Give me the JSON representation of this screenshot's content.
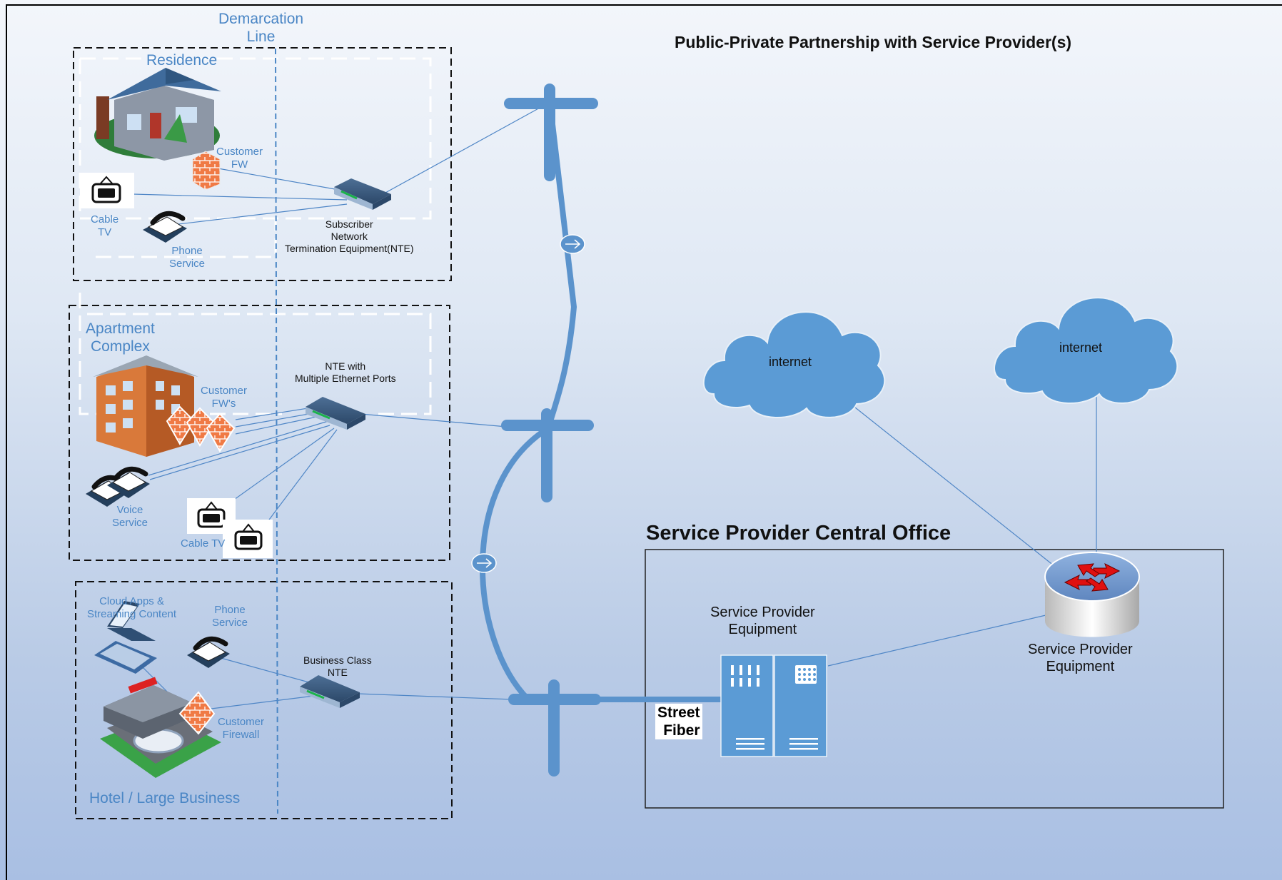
{
  "title": "Public-Private Partnership with Service Provider(s)",
  "demarcation": "Demarcation\nLine",
  "residence": {
    "title": "Residence",
    "customer_fw": "Customer\nFW",
    "cable_tv": "Cable\nTV",
    "phone": "Phone\nService",
    "nte": "Subscriber\nNetwork\nTermination Equipment(NTE)"
  },
  "apartment": {
    "title": "Apartment\nComplex",
    "customer_fws": "Customer\nFW's",
    "nte": "NTE with\nMultiple Ethernet Ports",
    "voice": "Voice\nService",
    "cable_tv": "Cable TV"
  },
  "hotel": {
    "title": "Hotel / Large Business",
    "cloud_apps": "Cloud Apps &\nStreaming Content",
    "phone": "Phone\nService",
    "nte": "Business Class\nNTE",
    "customer_fw": "Customer\nFirewall"
  },
  "internet_1": "internet",
  "internet_2": "internet",
  "central_office": {
    "title": "Service Provider Central Office",
    "equipment_left": "Service Provider\nEquipment",
    "equipment_right": "Service Provider\nEquipment",
    "street_fiber": "Street\nFiber"
  },
  "colors": {
    "label_blue": "#4a86c5",
    "fiber_blue": "#5b93cc",
    "cloud_blue": "#5b9bd5",
    "firewall": "#f07a45",
    "router_arrows": "#e01010"
  }
}
